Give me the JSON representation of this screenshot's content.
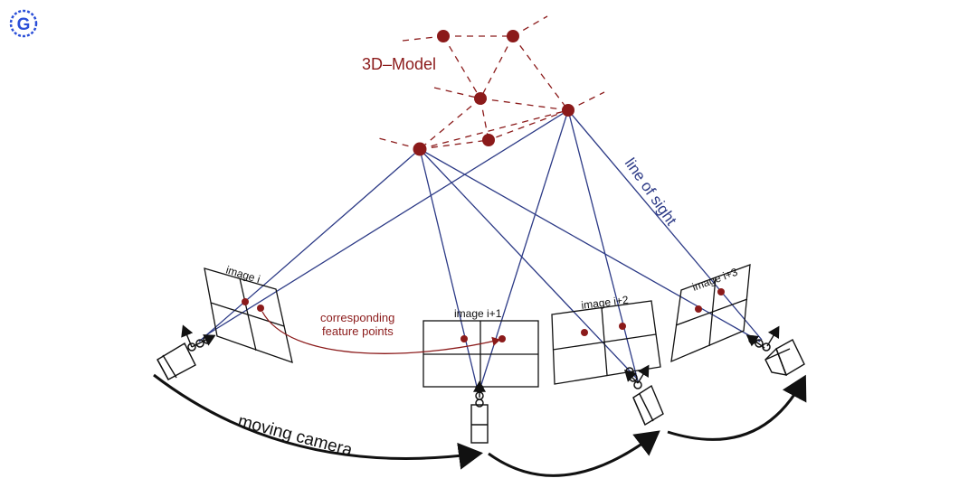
{
  "logo": {
    "letter": "G",
    "color": "#2b4fd8"
  },
  "labels": {
    "model": "3D–Model",
    "line_of_sight": "line of sight",
    "image_i": "image i",
    "image_i1": "image i+1",
    "image_i2": "image i+2",
    "image_i3": "image i+3",
    "corresponding_line1": "corresponding",
    "corresponding_line2": "feature points",
    "moving_camera": "moving camera"
  },
  "colors": {
    "model": "#8b1a1a",
    "ray": "#2c3a86",
    "line_of_sight_text": "#2c3a86",
    "frame": "#111111",
    "annotation": "#8b1a1a"
  }
}
